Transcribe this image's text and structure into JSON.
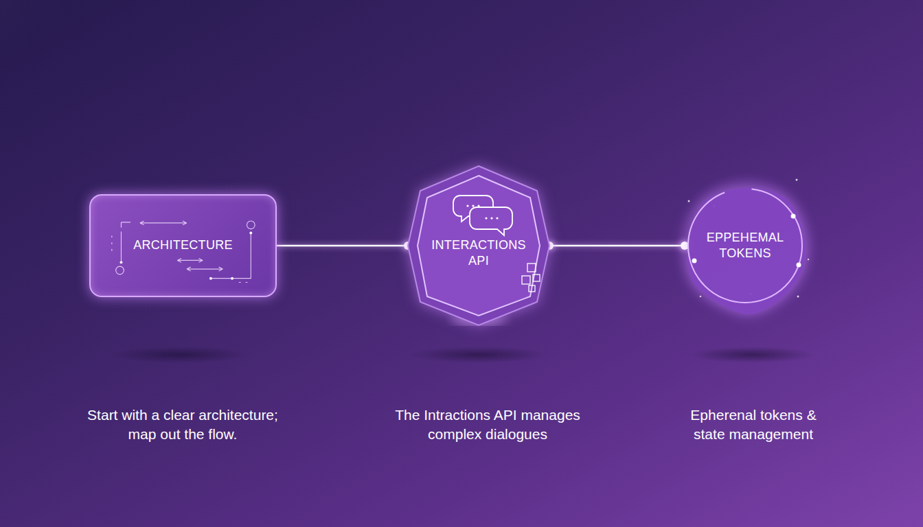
{
  "diagram": {
    "nodes": [
      {
        "text": [
          "ARCHITECTURE"
        ]
      },
      {
        "text": [
          "INTERACTIONS API"
        ]
      },
      {
        "text": [
          "EPPEHEMAL TOKENS"
        ]
      }
    ],
    "edges": [
      {
        "from": 0,
        "to": 1,
        "arrow": "none"
      },
      {
        "from": 1,
        "to": 2,
        "arrow": "none"
      }
    ],
    "labels": [
      "Start with a clear architecture; map out the flow.",
      "The Intractions API manages complex dialogues",
      "Epherenal tokens & state management"
    ]
  }
}
